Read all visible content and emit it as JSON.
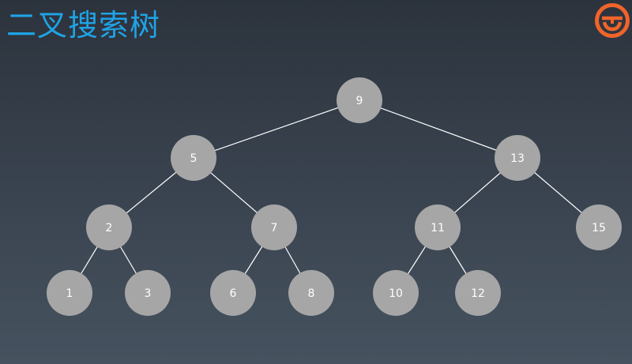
{
  "title": "二叉搜索树",
  "logo": {
    "icon": "geekbang-logo-icon",
    "color": "#f0642a"
  },
  "colors": {
    "title": "#1fa3e6",
    "node_fill": "#a6a6a6",
    "node_text": "#ffffff",
    "edge": "#ffffff"
  },
  "tree": {
    "nodes": [
      {
        "id": "n9",
        "label": "9"
      },
      {
        "id": "n5",
        "label": "5"
      },
      {
        "id": "n13",
        "label": "13"
      },
      {
        "id": "n2",
        "label": "2"
      },
      {
        "id": "n7",
        "label": "7"
      },
      {
        "id": "n11",
        "label": "11"
      },
      {
        "id": "n15",
        "label": "15"
      },
      {
        "id": "n1",
        "label": "1"
      },
      {
        "id": "n3",
        "label": "3"
      },
      {
        "id": "n6",
        "label": "6"
      },
      {
        "id": "n8",
        "label": "8"
      },
      {
        "id": "n10",
        "label": "10"
      },
      {
        "id": "n12",
        "label": "12"
      }
    ],
    "edges": [
      [
        "n9",
        "n5"
      ],
      [
        "n9",
        "n13"
      ],
      [
        "n5",
        "n2"
      ],
      [
        "n5",
        "n7"
      ],
      [
        "n13",
        "n11"
      ],
      [
        "n13",
        "n15"
      ],
      [
        "n2",
        "n1"
      ],
      [
        "n2",
        "n3"
      ],
      [
        "n7",
        "n6"
      ],
      [
        "n7",
        "n8"
      ],
      [
        "n11",
        "n10"
      ],
      [
        "n11",
        "n12"
      ]
    ]
  }
}
